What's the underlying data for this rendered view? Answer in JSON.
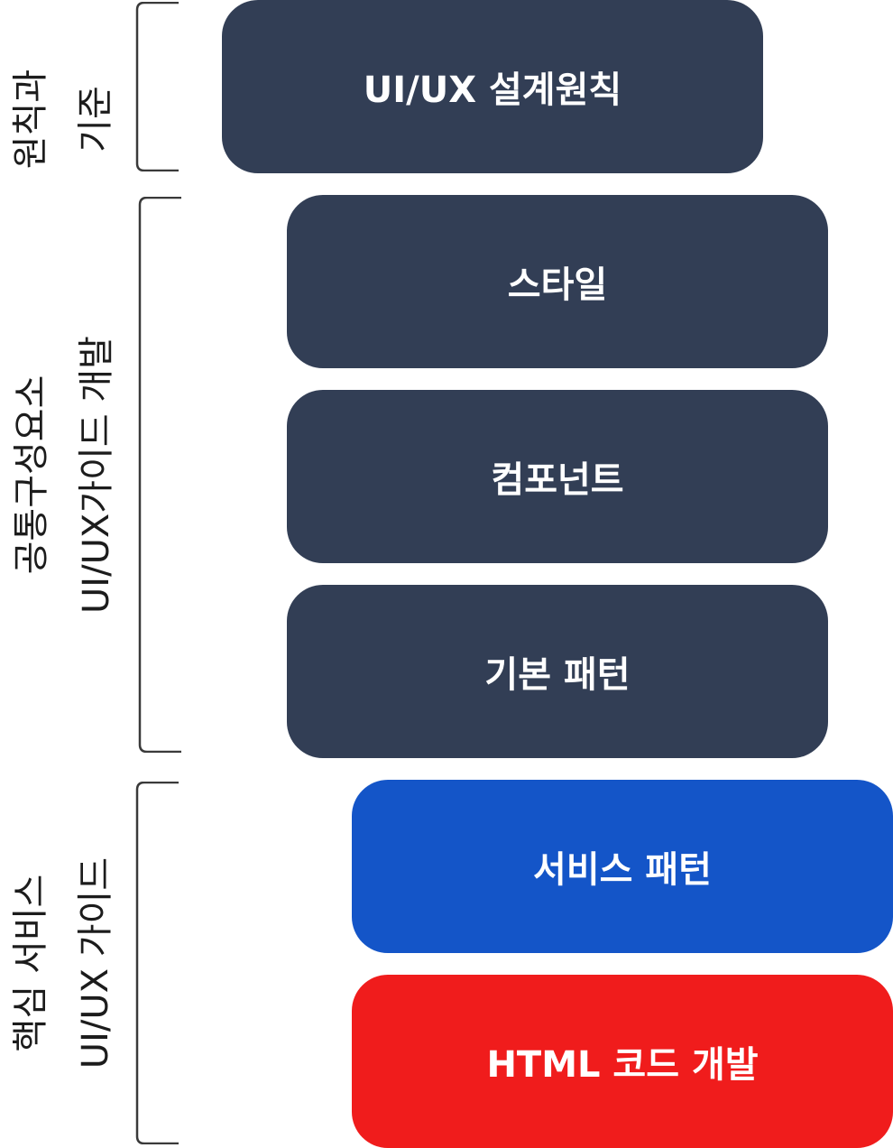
{
  "groups": [
    {
      "id": "principle",
      "label_lines": [
        "원칙과",
        "기준"
      ]
    },
    {
      "id": "common",
      "label_lines": [
        "공통구성요소",
        "UI/UX가이드 개발"
      ]
    },
    {
      "id": "core",
      "label_lines": [
        "핵심 서비스",
        "UI/UX 가이드"
      ]
    }
  ],
  "layers": [
    {
      "label": "UI/UX 설계원칙",
      "color": "#323e55"
    },
    {
      "label": "스타일",
      "color": "#323e55"
    },
    {
      "label": "컴포넌트",
      "color": "#323e55"
    },
    {
      "label": "기본 패턴",
      "color": "#323e55"
    },
    {
      "label": "서비스 패턴",
      "color": "#1455c8"
    },
    {
      "label": "HTML 코드 개발",
      "color": "#f01c1c"
    }
  ]
}
